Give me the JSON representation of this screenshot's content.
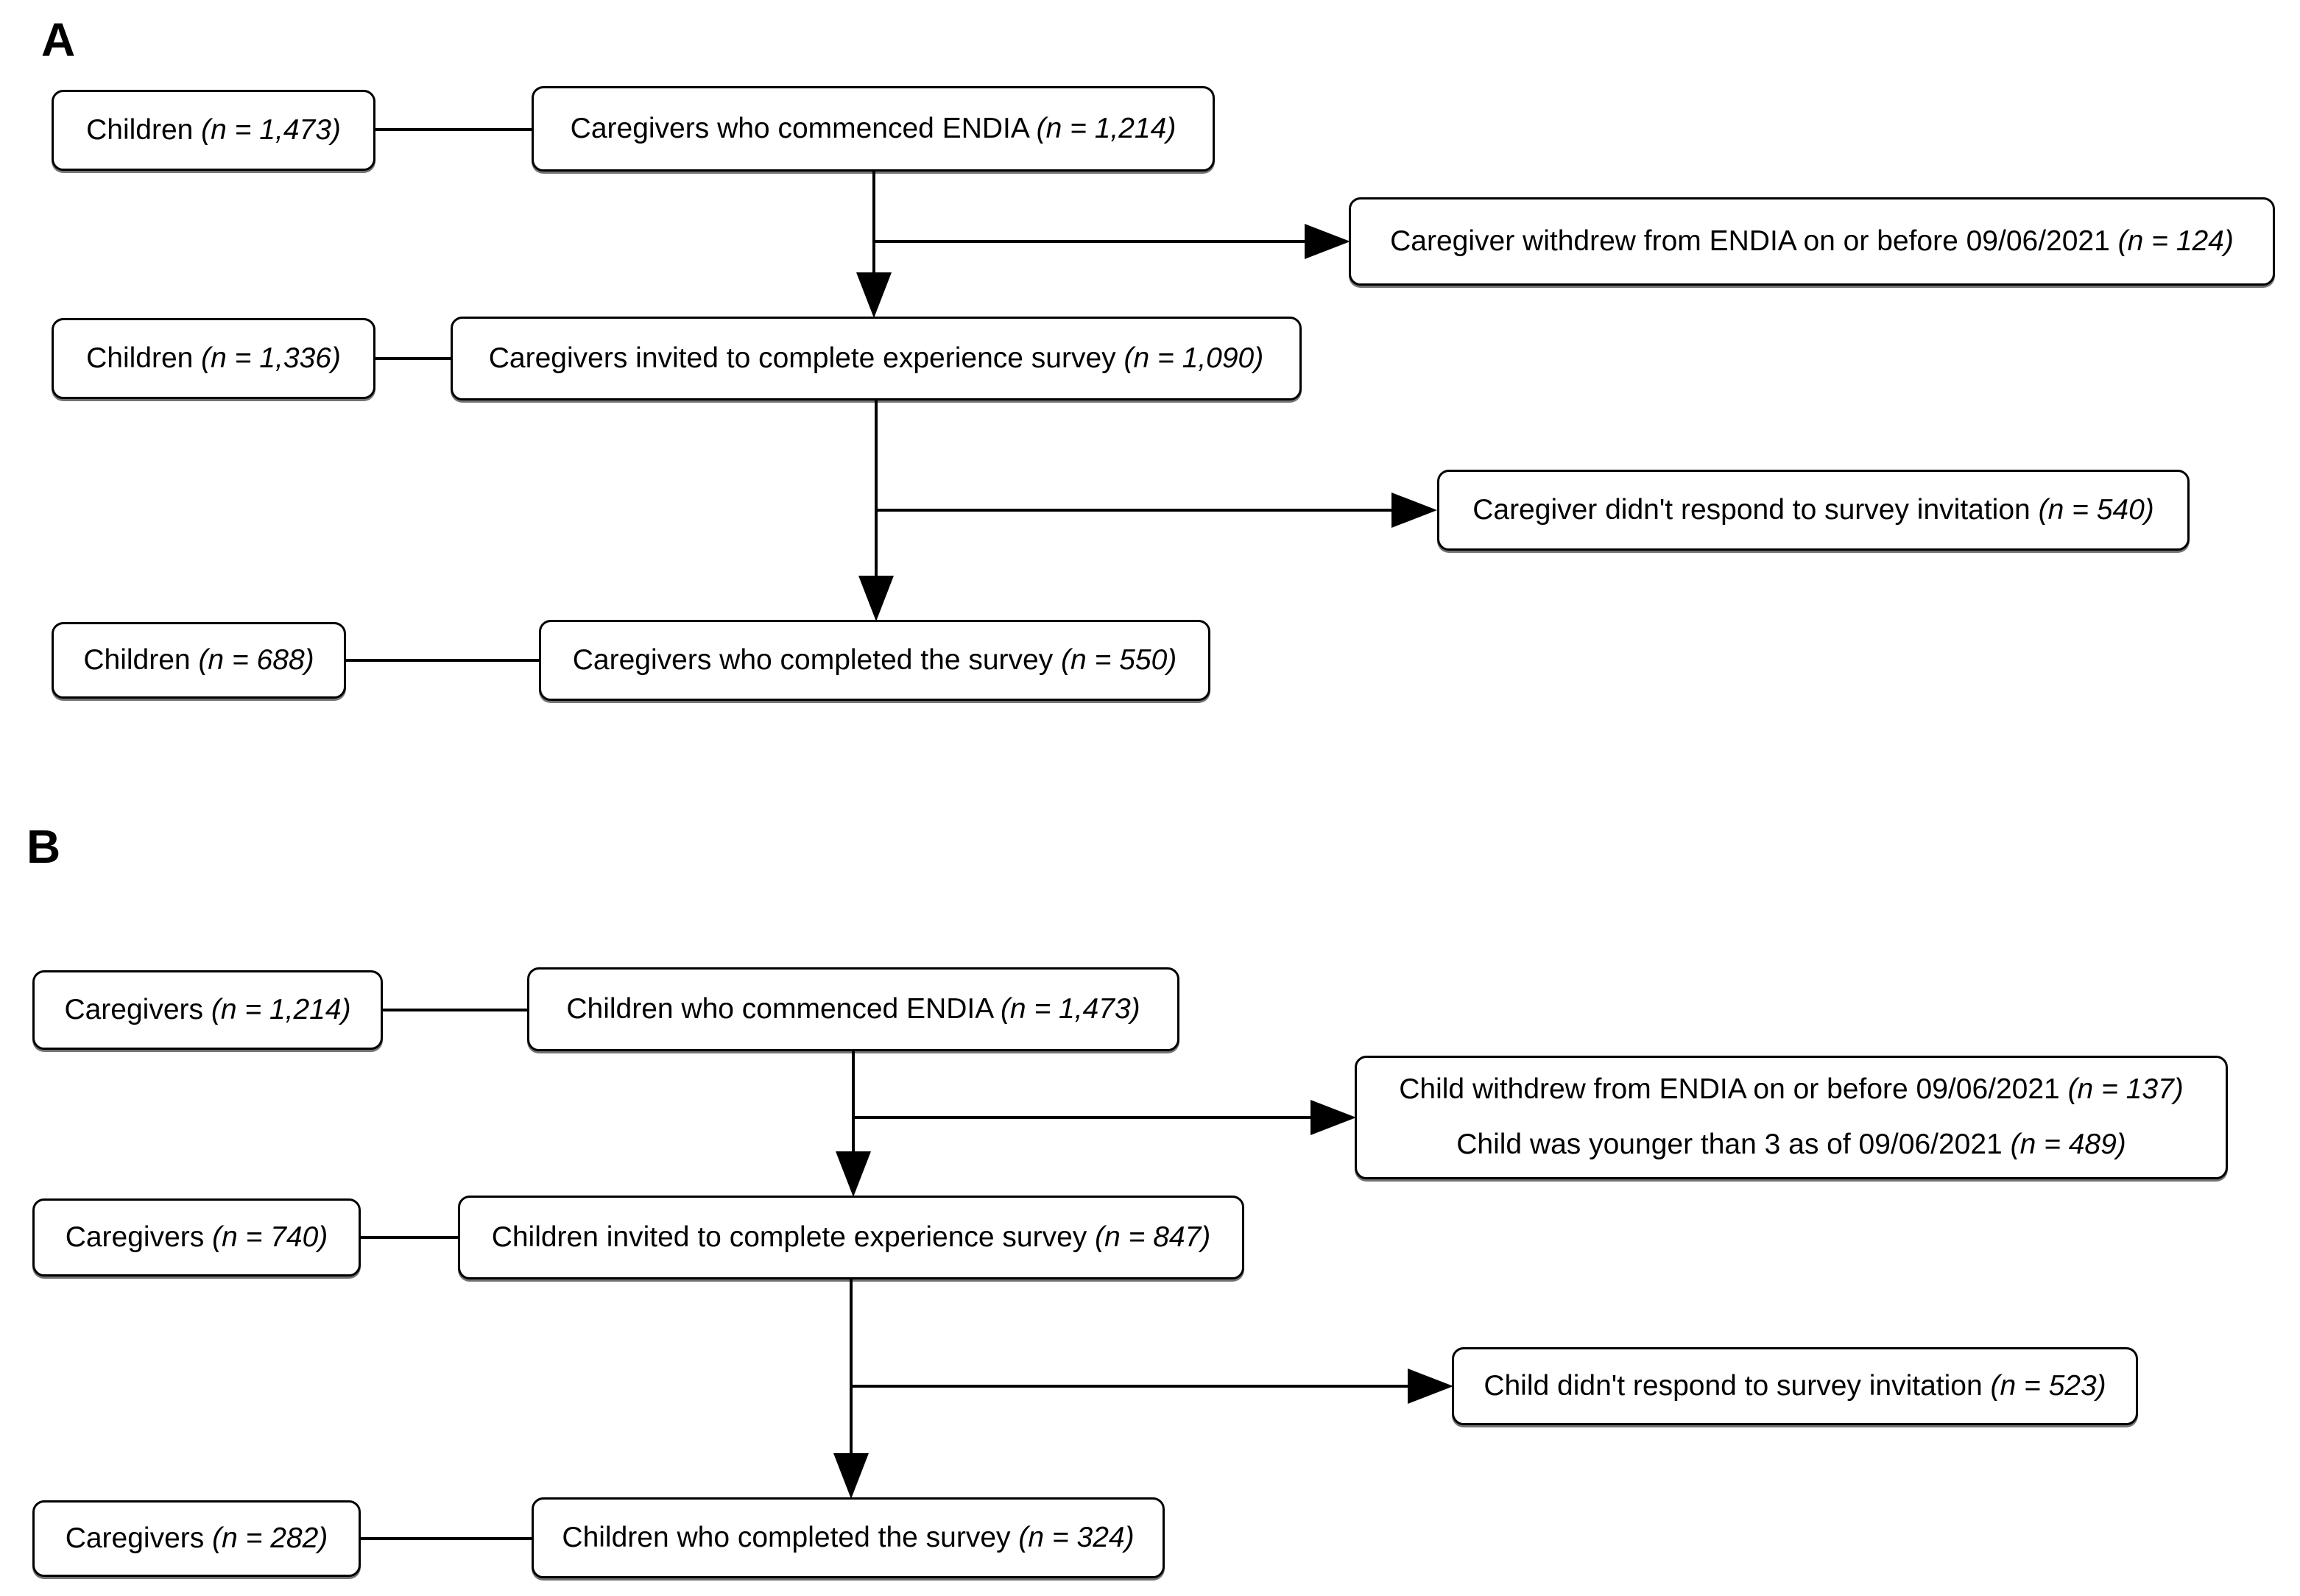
{
  "figure": {
    "panels": [
      {
        "label": "A",
        "rows": [
          {
            "side_text": "Children ",
            "side_n": "(n = 1,473)",
            "main_text": "Caregivers who commenced ENDIA ",
            "main_n": "(n = 1,214)"
          },
          {
            "side_text": "Children ",
            "side_n": "(n = 1,336)",
            "main_text": "Caregivers invited to complete experience survey ",
            "main_n": "(n = 1,090)"
          },
          {
            "side_text": "Children ",
            "side_n": "(n = 688)",
            "main_text": "Caregivers who completed the survey ",
            "main_n": "(n = 550)"
          }
        ],
        "exclusions": [
          {
            "line1_text": "Caregiver withdrew from ENDIA on or before 09/06/2021 ",
            "line1_n": "(n = 124)"
          },
          {
            "line1_text": "Caregiver didn't respond to survey invitation ",
            "line1_n": "(n = 540)"
          }
        ]
      },
      {
        "label": "B",
        "rows": [
          {
            "side_text": "Caregivers ",
            "side_n": "(n = 1,214)",
            "main_text": "Children who commenced ENDIA ",
            "main_n": "(n = 1,473)"
          },
          {
            "side_text": "Caregivers ",
            "side_n": "(n = 740)",
            "main_text": "Children invited to complete experience survey ",
            "main_n": "(n = 847)"
          },
          {
            "side_text": "Caregivers ",
            "side_n": "(n = 282)",
            "main_text": "Children who completed the survey ",
            "main_n": "(n = 324)"
          }
        ],
        "exclusions": [
          {
            "line1_text": "Child withdrew from ENDIA on or before 09/06/2021 ",
            "line1_n": "(n = 137)",
            "line2_text": "Child was younger than 3 as of 09/06/2021 ",
            "line2_n": "(n = 489)"
          },
          {
            "line1_text": "Child didn't respond to survey invitation ",
            "line1_n": "(n = 523)"
          }
        ]
      }
    ]
  }
}
